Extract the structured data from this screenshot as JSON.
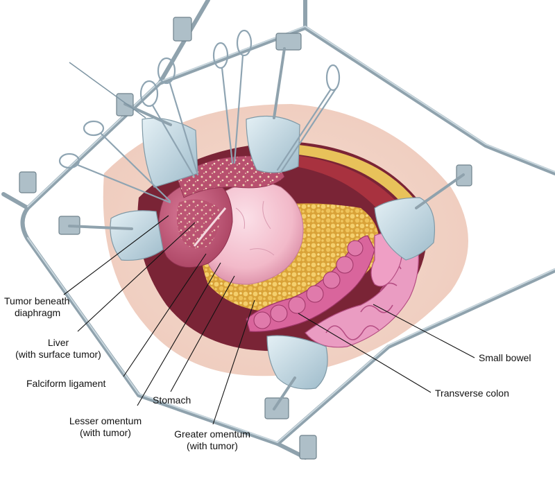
{
  "labels": {
    "tumor_diaphragm": [
      "Tumor beneath",
      "diaphragm"
    ],
    "liver": [
      "Liver",
      "(with surface tumor)"
    ],
    "falciform": "Falciform ligament",
    "stomach": "Stomach",
    "lesser_omentum": [
      "Lesser omentum",
      "(with tumor)"
    ],
    "greater_omentum": [
      "Greater omentum",
      "(with tumor)"
    ],
    "small_bowel": "Small bowel",
    "transverse_colon": "Transverse colon"
  },
  "colors": {
    "skin": "#f0d2c6",
    "cavity": "#7a2436",
    "fat": "#e8b84a",
    "liver": "#c25a7a",
    "stomach": "#f3c2cf",
    "bowel": "#e58bb7",
    "retractor": "#c5dbe4",
    "frame": "#8fa2ad"
  }
}
